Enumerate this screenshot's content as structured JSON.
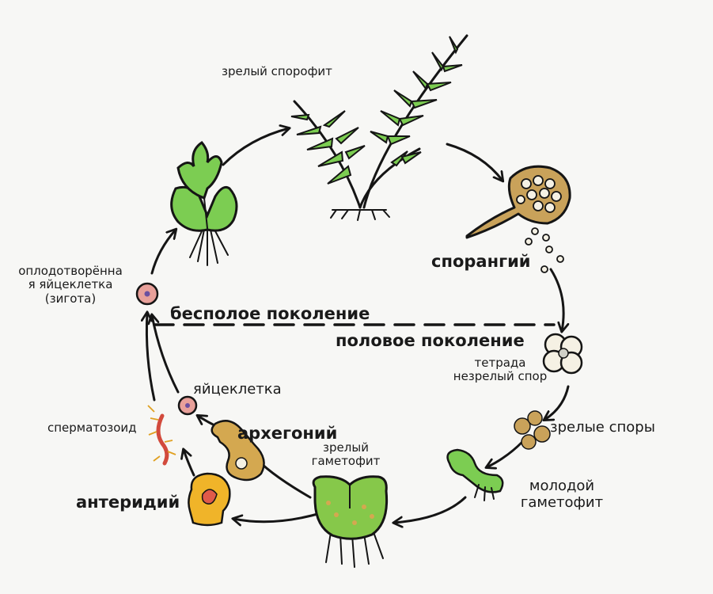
{
  "labels": {
    "mature_sporophyte": "зрелый спорофит",
    "sporangium": "спорангий",
    "zygote": [
      "оплодотворённа",
      "я яйцеклетка",
      "(зигота)"
    ],
    "asexual_generation": "бесполое поколение",
    "sexual_generation": "половое поколение",
    "tetrad": [
      "тетрада",
      "незрелый спор"
    ],
    "mature_spores": "зрелые споры",
    "egg_cell": "яйцеклетка",
    "sperm": "сперматозоид",
    "archegonium": "архегоний",
    "mature_gametophyte": [
      "зрелый",
      "гаметофит"
    ],
    "young_gametophyte": [
      "молодой",
      "гаметофит"
    ],
    "antheridium": "антеридий"
  },
  "colors": {
    "leaf_green": "#7ccd52",
    "gametophyte_green": "#86c84a",
    "sporangium_tan": "#c9a25a",
    "archegonium_tan": "#d4a850",
    "antheridium_yellow": "#f0b429",
    "zygote_pink": "#e8a09a",
    "outline": "#151515"
  }
}
